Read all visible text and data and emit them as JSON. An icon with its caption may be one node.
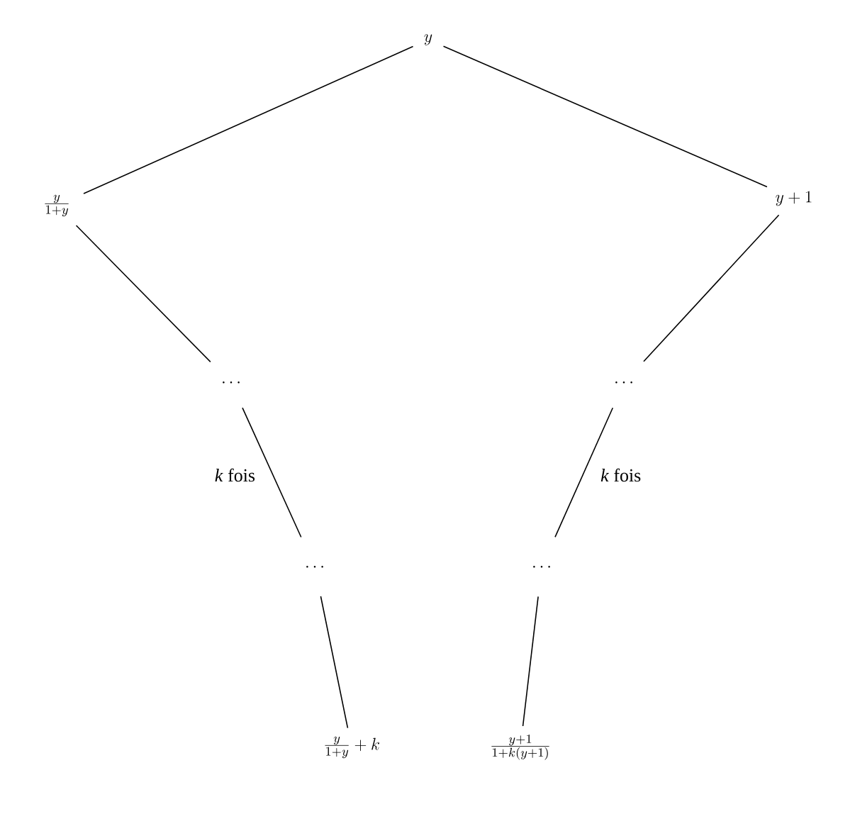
{
  "diagram": {
    "nodes": [
      {
        "text": [
          "y"
        ]
      },
      {
        "text": [
          "\\frac{y}{1+y}"
        ]
      },
      {
        "text": [
          "y+1"
        ]
      },
      {
        "text": [
          "\\cdots"
        ]
      },
      {
        "text": [
          "\\cdots"
        ]
      },
      {
        "text": [
          "\\cdots"
        ]
      },
      {
        "text": [
          "\\cdots"
        ]
      },
      {
        "text": [
          "\\frac{y}{1+y}+k"
        ]
      },
      {
        "text": [
          "\\frac{y+1}{1+k(y+1)}"
        ]
      }
    ],
    "edges": [
      {
        "from": 0,
        "to": 1,
        "arrow": "none"
      },
      {
        "from": 0,
        "to": 2,
        "arrow": "none"
      },
      {
        "from": 1,
        "to": 3,
        "arrow": "none"
      },
      {
        "from": 2,
        "to": 4,
        "arrow": "none"
      },
      {
        "from": 3,
        "to": 5,
        "arrow": "none",
        "label": "*k* fois"
      },
      {
        "from": 4,
        "to": 6,
        "arrow": "none",
        "label": "*k* fois"
      },
      {
        "from": 5,
        "to": 7,
        "arrow": "none"
      },
      {
        "from": 6,
        "to": 8,
        "arrow": "none"
      }
    ]
  }
}
